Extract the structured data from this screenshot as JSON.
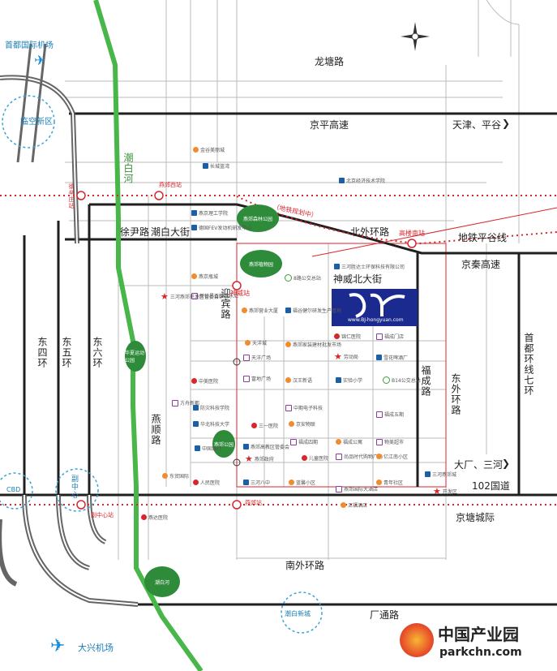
{
  "roads": {
    "longtang": "龙塘路",
    "jingping": "京平高速",
    "tianjin_pinggu": "天津、平谷",
    "beiwai": "北外环路",
    "ditie_pinggu": "地铁平谷线",
    "jingqin": "京秦高速",
    "shenwei_north": "神威北大街",
    "xuyin": "徐尹路",
    "chaobai_street": "潮白大街",
    "yingbin": "迎宾路",
    "yanshun": "燕顺路",
    "east4": "东四环",
    "east5": "东五环",
    "east6": "东六环",
    "fucheng": "福成路",
    "dongwai": "东外环路",
    "capital_ring": "首都环线七环",
    "dachang_sanhe": "大厂、三河",
    "g102": "102国道",
    "jingtang": "京塘城际",
    "nanwai": "南外环路",
    "chang_road": "厂通路",
    "chaobai_river": "潮白河",
    "planned_metro": "（地铁规划中）"
  },
  "places": {
    "capital_airport": "首都国际机场",
    "daxing_airport": "大兴机场",
    "linkong": "临空新区",
    "cbd": "CBD",
    "fuzhongxin": "副中心",
    "chaobai_newtown": "潮白新城"
  },
  "stations": {
    "xujiajiang": "徐辛庄站",
    "yanjiao_west": "燕郊西站",
    "gaolou_south": "高楼南站",
    "shenwei": "神威站",
    "yanjiao": "燕郊站",
    "fuzhongxin": "副中心站"
  },
  "parks": {
    "yanjiao_forest": "燕郊森林公园",
    "yanjiao_park": "燕郊植物园",
    "huangjia": "华夏运动公园",
    "yanjiao_gongyuan": "燕郊公园",
    "chaobai_park": "潮白河"
  },
  "logo": {
    "url": "www.BJ-hongyuan.com"
  },
  "brand": {
    "name": "中国产业园",
    "domain": "parkchn.com"
  },
  "pois": [
    {
      "t": "金谷美丽城",
      "k": "or"
    },
    {
      "t": "长城蓝湾",
      "k": "bl"
    },
    {
      "t": "北京经济技术学院",
      "k": "bl"
    },
    {
      "t": "燕京理工学院",
      "k": "bl"
    },
    {
      "t": "德国FEV发动机研发中心",
      "k": "bl"
    },
    {
      "t": "燕京瓶城",
      "k": "or"
    },
    {
      "t": "新世界百货欢乐汇",
      "k": "pp"
    },
    {
      "t": "8路公交总站",
      "k": "gn"
    },
    {
      "t": "三河胜达士环保科技有限公司",
      "k": "bl"
    },
    {
      "t": "燕郊营业大厦",
      "k": "or"
    },
    {
      "t": "福谷健尔研发生产基地",
      "k": "bl"
    },
    {
      "t": "天洋城",
      "k": "or"
    },
    {
      "t": "天洋广场",
      "k": "pp"
    },
    {
      "t": "燕郊家装建材批发市场",
      "k": "or"
    },
    {
      "t": "锦仁医院",
      "k": "rd"
    },
    {
      "t": "福成门店",
      "k": "pp"
    },
    {
      "t": "雪花啤酒厂",
      "k": "bl"
    },
    {
      "t": "中美医院",
      "k": "rd"
    },
    {
      "t": "富地广场",
      "k": "pp"
    },
    {
      "t": "汉王新语",
      "k": "or"
    },
    {
      "t": "实验小学",
      "k": "bl"
    },
    {
      "t": "B14公交总站",
      "k": "gn"
    },
    {
      "t": "防灾科技学院",
      "k": "bl"
    },
    {
      "t": "华北科技大学",
      "k": "bl"
    },
    {
      "t": "中期电子科技",
      "k": "pp"
    },
    {
      "t": "京安物联",
      "k": "or"
    },
    {
      "t": "福成五期",
      "k": "pp"
    },
    {
      "t": "三一医院",
      "k": "rd"
    },
    {
      "t": "福成四期",
      "k": "pp"
    },
    {
      "t": "福成公寓",
      "k": "or"
    },
    {
      "t": "物美超市",
      "k": "pp"
    },
    {
      "t": "燕郊高教区管委会",
      "k": "bl"
    },
    {
      "t": "尚品时代购物广场",
      "k": "pp"
    },
    {
      "t": "亿江南小区",
      "k": "or"
    },
    {
      "t": "人民医院",
      "k": "rd"
    },
    {
      "t": "三河八中",
      "k": "bl"
    },
    {
      "t": "儿童医院",
      "k": "rd"
    },
    {
      "t": "蓝馨小区",
      "k": "or"
    },
    {
      "t": "燕郊国际大酒店",
      "k": "pp"
    },
    {
      "t": "青年社区",
      "k": "or"
    },
    {
      "t": "东贸国际",
      "k": "or"
    },
    {
      "t": "汇福酒店",
      "k": "or"
    },
    {
      "t": "燕达医院",
      "k": "rd"
    },
    {
      "t": "方舟新都",
      "k": "pp"
    },
    {
      "t": "中国银行",
      "k": "bl"
    },
    {
      "t": "三河燕郊城",
      "k": "bl"
    }
  ],
  "stars": [
    {
      "t": "三河燕郊开发区管委会中心"
    },
    {
      "t": "劳动局"
    },
    {
      "t": "燕郊政府"
    },
    {
      "t": "开发区"
    }
  ]
}
